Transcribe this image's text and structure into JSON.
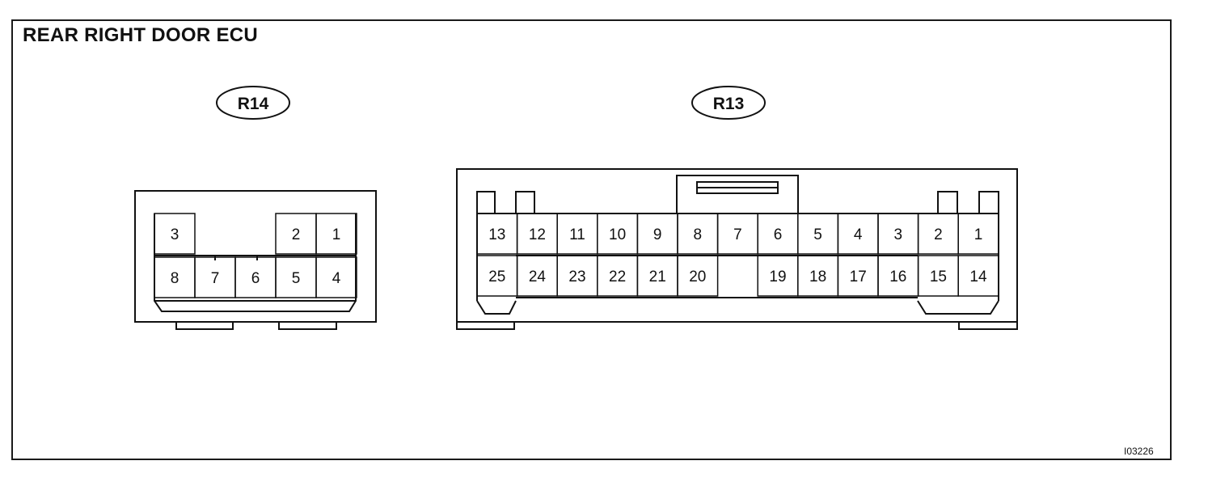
{
  "title": "REAR RIGHT DOOR ECU",
  "figure_id": "I03226",
  "connectors": [
    {
      "id": "R14",
      "label": "R14",
      "top_row": [
        "3",
        "",
        "",
        "2",
        "1"
      ],
      "bottom_row": [
        "8",
        "7",
        "6",
        "5",
        "4"
      ]
    },
    {
      "id": "R13",
      "label": "R13",
      "top_row": [
        "13",
        "12",
        "11",
        "10",
        "9",
        "8",
        "7",
        "6",
        "5",
        "4",
        "3",
        "2",
        "1"
      ],
      "bottom_row": [
        "25",
        "24",
        "23",
        "22",
        "21",
        "20",
        "",
        "19",
        "18",
        "17",
        "16",
        "15",
        "14"
      ]
    }
  ]
}
